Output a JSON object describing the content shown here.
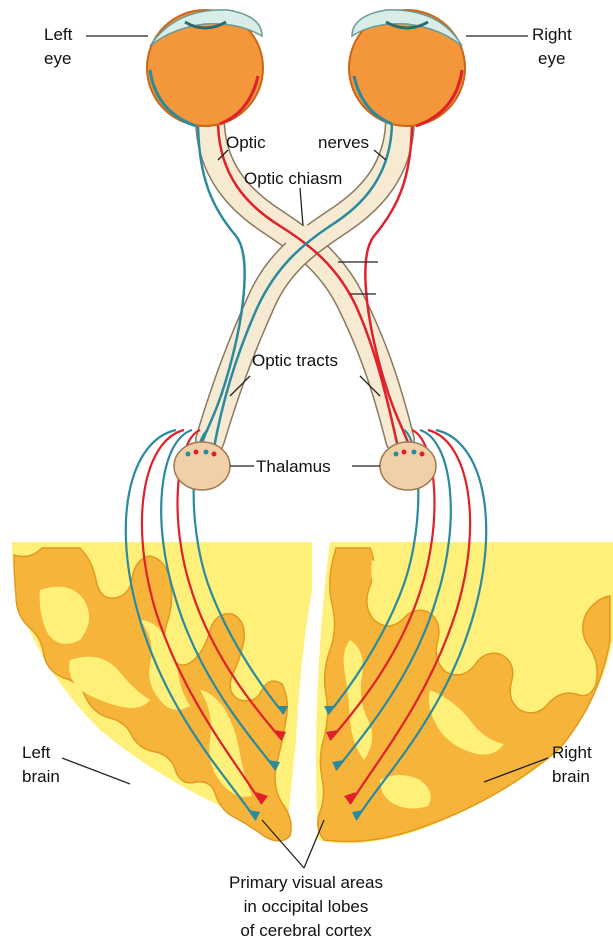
{
  "labels": {
    "left_eye_1": "Left",
    "left_eye_2": "eye",
    "right_eye_1": "Right",
    "right_eye_2": "eye",
    "optic": "Optic",
    "nerves": "nerves",
    "chiasm": "Optic chiasm",
    "tracts": "Optic tracts",
    "thalamus": "Thalamus",
    "left_brain_1": "Left",
    "left_brain_2": "brain",
    "right_brain_1": "Right",
    "right_brain_2": "brain",
    "primary_1": "Primary visual areas",
    "primary_2": "in occipital lobes",
    "primary_3": "of cerebral cortex"
  },
  "colors": {
    "eyeball": "#f4963a",
    "eyeball_edge": "#c9661a",
    "cornea": "#d8ece8",
    "nerve_fill": "#f6ead2",
    "nerve_edge": "#8a7860",
    "blue_fiber": "#2a8a9e",
    "red_fiber": "#e0202a",
    "thalamus": "#f0d0a8",
    "brain_bg": "#fff07a",
    "cortex": "#f7b43a",
    "cortex_edge": "#e09a20"
  }
}
